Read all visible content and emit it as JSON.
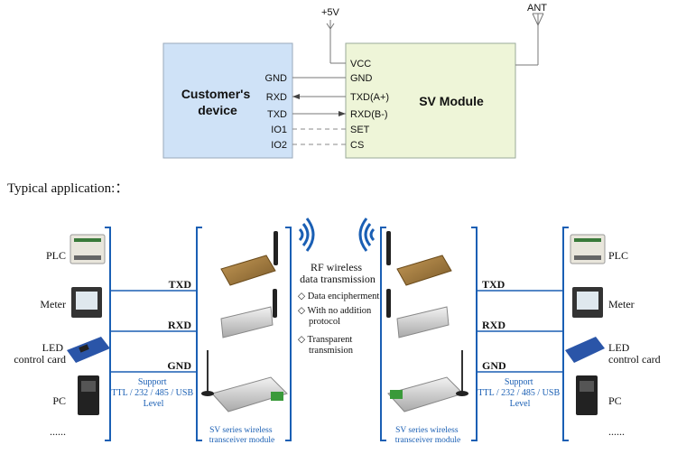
{
  "wiring": {
    "power_label": "+5V",
    "antenna_label": "ANT",
    "customer_box_title": "Customer's\ndevice",
    "module_box_title": "SV Module",
    "customer_pins": [
      "GND",
      "RXD",
      "TXD",
      "IO1",
      "IO2"
    ],
    "module_pins": [
      "VCC",
      "GND",
      "TXD(A+)",
      "RXD(B-)",
      "SET",
      "CS"
    ],
    "customer_box_color": "#cfe2f7",
    "module_box_color": "#eef5d8"
  },
  "caption": "Typical application:：",
  "application": {
    "devices": [
      "PLC",
      "Meter",
      "LED\ncontrol card",
      "PC",
      "......"
    ],
    "signal_labels": [
      "TXD",
      "RXD",
      "GND"
    ],
    "support_text": "Support\nTTL / 232 / 485 / USB\nLevel",
    "module_caption": "SV series wireless\ntransceiver module",
    "rf_title": "RF wireless\ndata transmission",
    "features": [
      "◇ Data encipherment",
      "◇ With no addition\nprotocol",
      "◇ Transparent\ntransmision"
    ],
    "accent_color": "#1a5fb4"
  }
}
